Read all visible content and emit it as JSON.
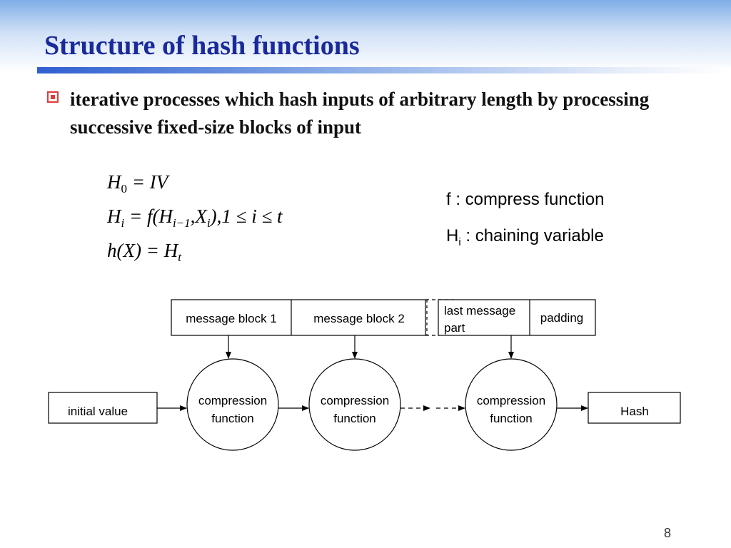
{
  "slide": {
    "title": "Structure of hash functions",
    "bullet": "iterative processes which  hash inputs of arbitrary  length by processing successive fixed-size blocks of input",
    "formulas": {
      "f1": {
        "lhs": "H",
        "lhs_sub": "0",
        "rhs": "= IV"
      },
      "f2": {
        "lhs": "H",
        "lhs_sub": "i",
        "eq": "= f(H",
        "arg_sub": "i−1",
        "mid": ",X",
        "x_sub": "i",
        "tail": "),1 ≤ i ≤ t"
      },
      "f3": {
        "lhs": "h(X) = H",
        "rhs_sub": "t"
      }
    },
    "notes": {
      "compress": "f : compress function",
      "chaining_H": "H",
      "chaining_sub": "i",
      "chaining_rest": " : chaining variable"
    },
    "diagram": {
      "block1": "message block 1",
      "block2": "message block 2",
      "last_line1": "last message",
      "last_line2": "part",
      "padding": "padding",
      "cf_line1": "compression",
      "cf_line2": "function",
      "initial": "initial value",
      "hash": "Hash"
    },
    "page_number": "8"
  }
}
